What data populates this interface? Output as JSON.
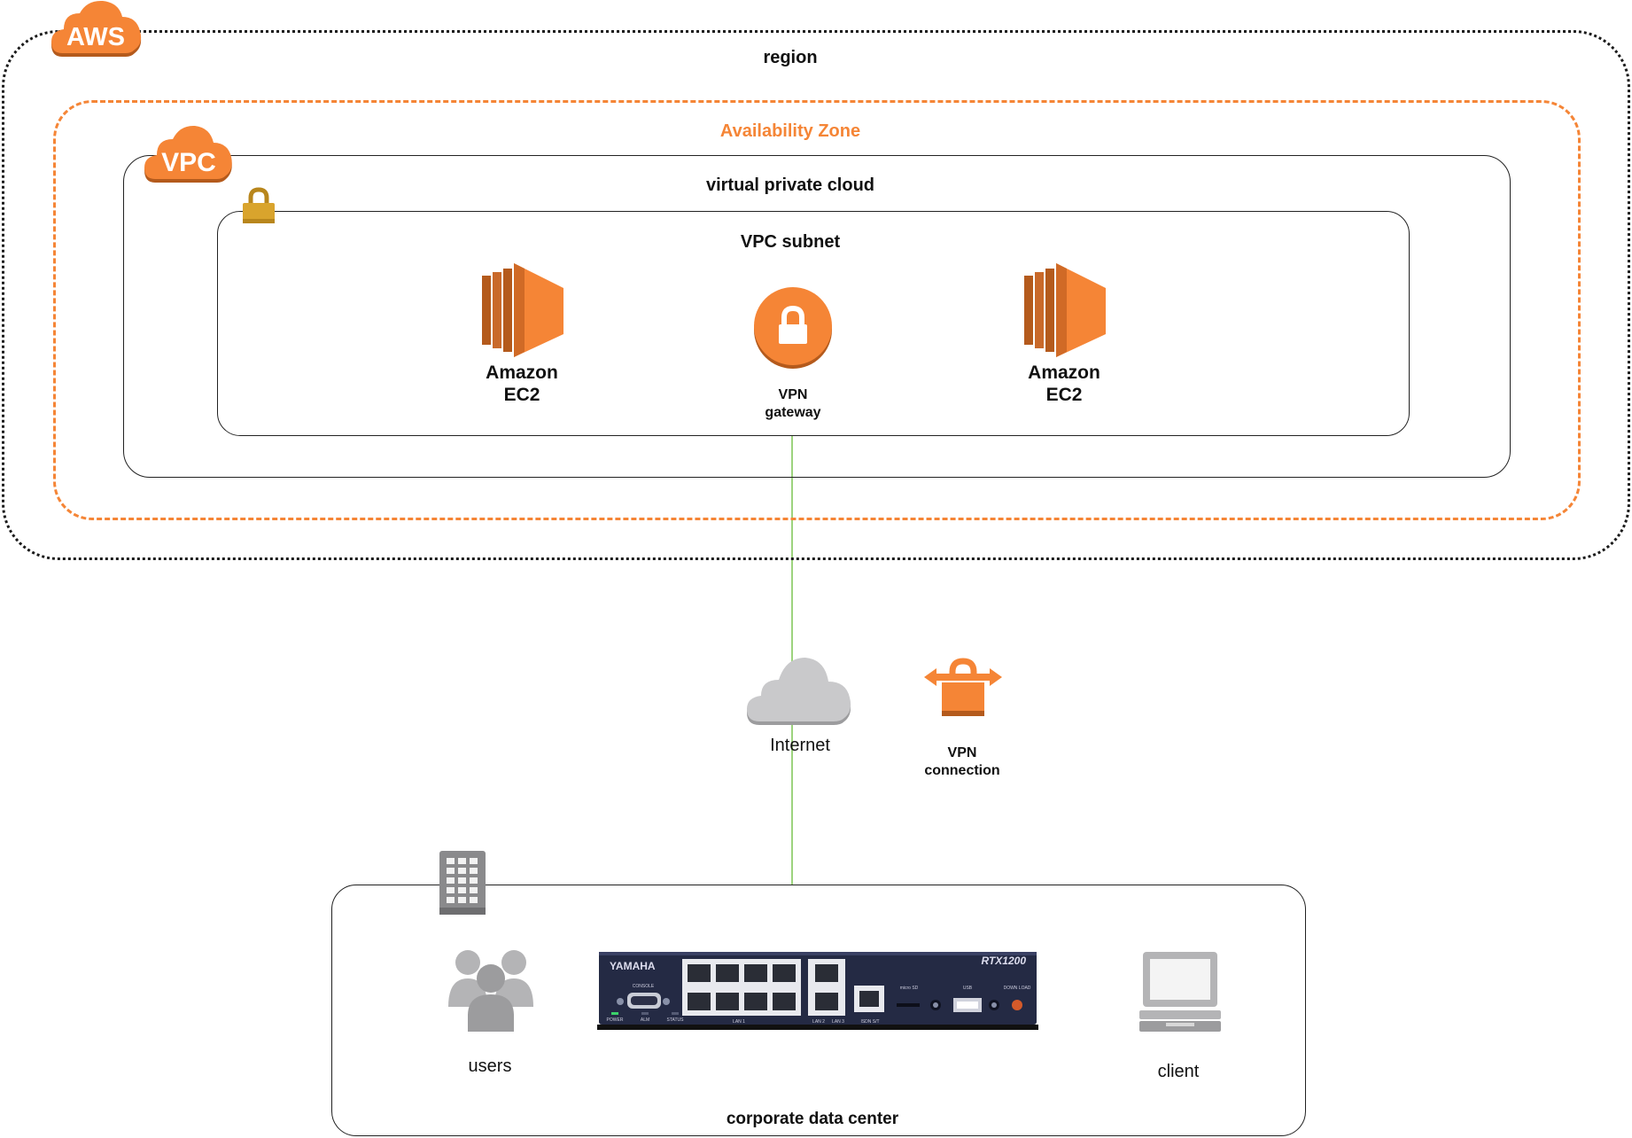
{
  "badges": {
    "aws": "AWS",
    "vpc": "VPC"
  },
  "region": {
    "label": "region"
  },
  "availability_zone": {
    "label": "Availability Zone"
  },
  "vpc": {
    "label": "virtual private cloud"
  },
  "subnet": {
    "label": "VPC subnet"
  },
  "ec2_left": {
    "line1": "Amazon",
    "line2": "EC2"
  },
  "ec2_right": {
    "line1": "Amazon",
    "line2": "EC2"
  },
  "vpn_gateway": {
    "line1": "VPN",
    "line2": "gateway"
  },
  "internet": {
    "label": "Internet"
  },
  "vpn_connection": {
    "line1": "VPN",
    "line2": "connection"
  },
  "data_center": {
    "label": "corporate data center"
  },
  "users": {
    "label": "users"
  },
  "client": {
    "label": "client"
  },
  "router": {
    "brand": "YAMAHA",
    "model": "RTX1200",
    "console": "CONSOLE",
    "power": "POWER",
    "alm": "ALM",
    "status": "STATUS",
    "lan1": "LAN 1",
    "lan2": "LAN 2",
    "lan3": "LAN 3",
    "isdn": "ISDN S/T",
    "usb": "USB",
    "microsd": "micro SD",
    "download": "DOWN LOAD"
  },
  "colors": {
    "aws_orange": "#F58536",
    "dark_orange": "#B45A1C",
    "lock_gold": "#D9A42D",
    "link_green": "#9DD37E",
    "cloud_gray": "#C9C9CB",
    "router_navy": "#242A44"
  }
}
